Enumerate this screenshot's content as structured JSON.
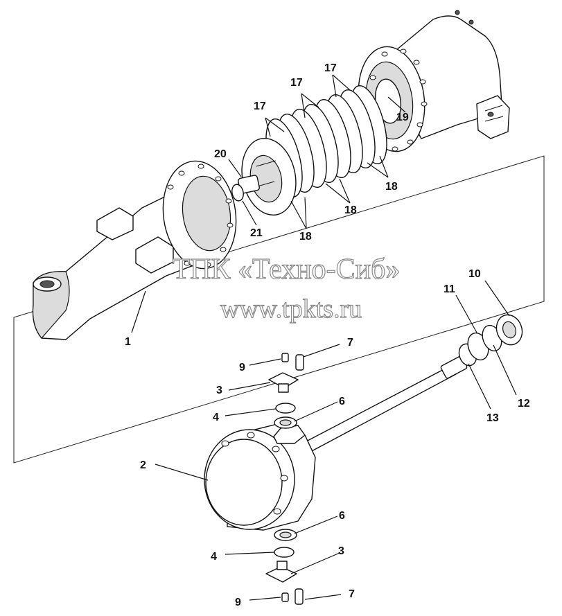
{
  "watermark": {
    "line1": "ТПК «Техно-Сиб»",
    "line2": "www.tpkts.ru"
  },
  "callouts": [
    {
      "id": "c1",
      "text": "1"
    },
    {
      "id": "c2",
      "text": "2"
    },
    {
      "id": "c3a",
      "text": "3"
    },
    {
      "id": "c3b",
      "text": "3"
    },
    {
      "id": "c4a",
      "text": "4"
    },
    {
      "id": "c4b",
      "text": "4"
    },
    {
      "id": "c6a",
      "text": "6"
    },
    {
      "id": "c6b",
      "text": "6"
    },
    {
      "id": "c7a",
      "text": "7"
    },
    {
      "id": "c7b",
      "text": "7"
    },
    {
      "id": "c9a",
      "text": "9"
    },
    {
      "id": "c9b",
      "text": "9"
    },
    {
      "id": "c10",
      "text": "10"
    },
    {
      "id": "c11",
      "text": "11"
    },
    {
      "id": "c12",
      "text": "12"
    },
    {
      "id": "c13",
      "text": "13"
    },
    {
      "id": "c17a",
      "text": "17"
    },
    {
      "id": "c17b",
      "text": "17"
    },
    {
      "id": "c17c",
      "text": "17"
    },
    {
      "id": "c18a",
      "text": "18"
    },
    {
      "id": "c18b",
      "text": "18"
    },
    {
      "id": "c18c",
      "text": "18"
    },
    {
      "id": "c19",
      "text": "19"
    },
    {
      "id": "c20",
      "text": "20"
    },
    {
      "id": "c21",
      "text": "21"
    }
  ]
}
